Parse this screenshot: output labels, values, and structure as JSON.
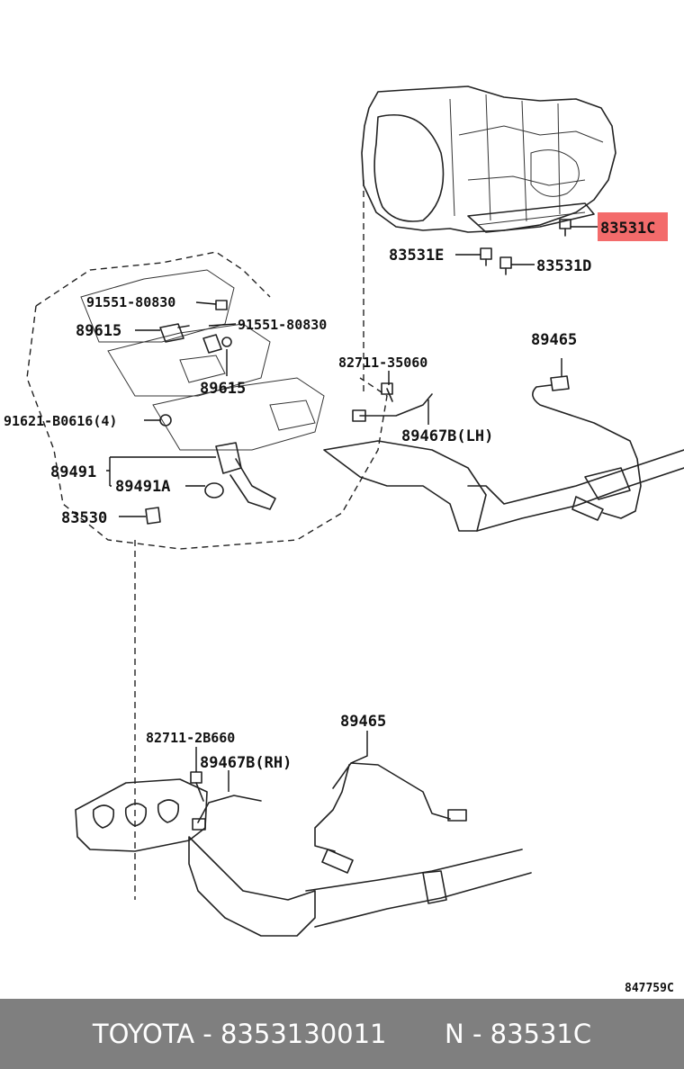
{
  "labels": {
    "p83531C": "83531C",
    "p83531E": "83531E",
    "p83531D": "83531D",
    "p9155180830a": "91551-80830",
    "p9155180830b": "91551-80830",
    "p89615a": "89615",
    "p89615b": "89615",
    "p8271135060": "82711-35060",
    "p89465a": "89465",
    "p916210616": "91621-B0616(4)",
    "p89467LH": "89467B(LH)",
    "p89491": "89491",
    "p89491A": "89491A",
    "p83530": "83530",
    "p827112B660": "82711-2B660",
    "p89465b": "89465",
    "p89467RH": "89467B(RH)",
    "code": "847759C"
  },
  "footer": {
    "brand": "TOYOTA",
    "part_number": "8353130011",
    "ref": "N - 83531C",
    "sep": "-"
  },
  "colors": {
    "highlight": "#f36b6b",
    "footer_bg": "#7f7f7f"
  }
}
